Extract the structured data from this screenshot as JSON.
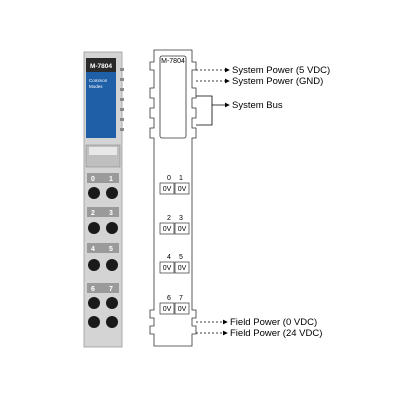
{
  "module": {
    "model": "M-7804",
    "subtitle_line1": "Common",
    "subtitle_line2": "Modes",
    "photo_terminals": [
      "0",
      "1",
      "2",
      "3",
      "4",
      "5",
      "6",
      "7"
    ]
  },
  "schematic": {
    "model": "M-7804",
    "channels": [
      {
        "left_num": "0",
        "right_num": "1",
        "left_label": "0V",
        "right_label": "0V"
      },
      {
        "left_num": "2",
        "right_num": "3",
        "left_label": "0V",
        "right_label": "0V"
      },
      {
        "left_num": "4",
        "right_num": "5",
        "left_label": "0V",
        "right_label": "0V"
      },
      {
        "left_num": "6",
        "right_num": "7",
        "left_label": "0V",
        "right_label": "0V"
      }
    ]
  },
  "labels": {
    "system_power_5v": "System Power (5 VDC)",
    "system_power_gnd": "System Power (GND)",
    "system_bus": "System Bus",
    "field_power_0v": "Field Power (0 VDC)",
    "field_power_24v": "Field Power (24 VDC)"
  },
  "colors": {
    "module_body": "#d9d9d9",
    "label_blue": "#1f5fa8",
    "terminal_black": "#1a1a1a"
  }
}
